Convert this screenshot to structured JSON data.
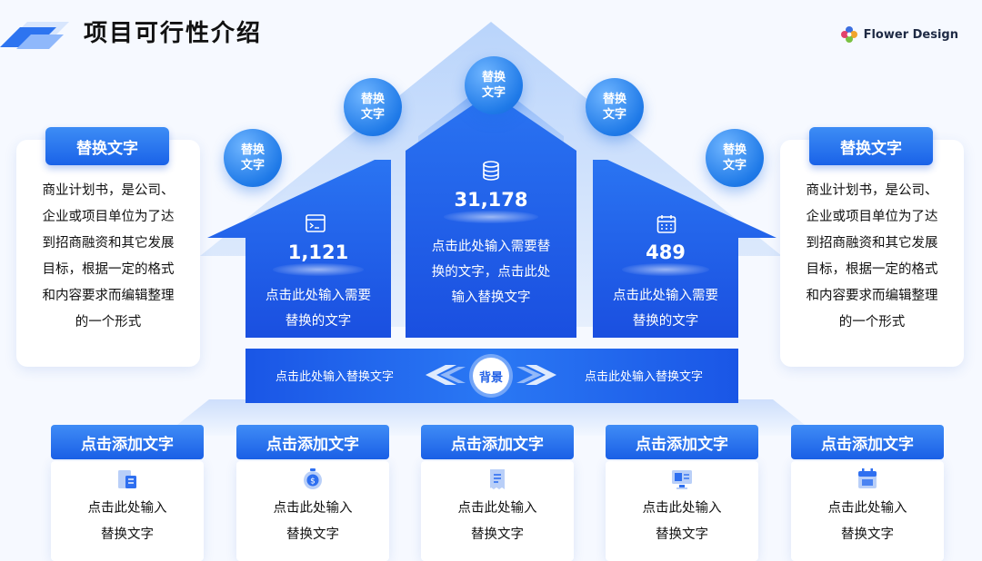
{
  "header": {
    "title": "项目可行性介绍",
    "brand": "Flower Design"
  },
  "colors": {
    "primary": "#1f5fe6",
    "light": "#cfe0fb",
    "accent": "#3d8df5"
  },
  "side_left": {
    "tag": "替换文字",
    "lines": [
      "商业计划书，是公司、",
      "企业或项目单位为了达",
      "到招商融资和其它发展",
      "目标，根据一定的格式",
      "和内容要求而编辑整理",
      "的一个形式"
    ]
  },
  "side_right": {
    "tag": "替换文字",
    "lines": [
      "商业计划书，是公司、",
      "企业或项目单位为了达",
      "到招商融资和其它发展",
      "目标，根据一定的格式",
      "和内容要求而编辑整理",
      "的一个形式"
    ]
  },
  "bubbles": [
    {
      "line1": "替换",
      "line2": "文字"
    },
    {
      "line1": "替换",
      "line2": "文字"
    },
    {
      "line1": "替换",
      "line2": "文字"
    },
    {
      "line1": "替换",
      "line2": "文字"
    },
    {
      "line1": "替换",
      "line2": "文字"
    }
  ],
  "houses": {
    "left": {
      "value": "1,121",
      "icon": "terminal-icon",
      "lines": [
        "点击此处输入需要",
        "替换的文字"
      ]
    },
    "center": {
      "value": "31,178",
      "icon": "coins-icon",
      "lines": [
        "点击此处输入需要替",
        "换的文字，点击此处",
        "输入替换文字"
      ]
    },
    "right": {
      "value": "489",
      "icon": "calendar-icon",
      "lines": [
        "点击此处输入需要",
        "替换的文字"
      ]
    }
  },
  "band": {
    "left_text": "点击此处输入替换文字",
    "center": "背景",
    "right_text": "点击此处输入替换文字"
  },
  "cards": [
    {
      "title": "点击添加文字",
      "icon": "document-icon",
      "lines": [
        "点击此处输入",
        "替换文字"
      ]
    },
    {
      "title": "点击添加文字",
      "icon": "money-clock-icon",
      "lines": [
        "点击此处输入",
        "替换文字"
      ]
    },
    {
      "title": "点击添加文字",
      "icon": "receipt-icon",
      "lines": [
        "点击此处输入",
        "替换文字"
      ]
    },
    {
      "title": "点击添加文字",
      "icon": "monitor-icon",
      "lines": [
        "点击此处输入",
        "替换文字"
      ]
    },
    {
      "title": "点击添加文字",
      "icon": "calendar-icon",
      "lines": [
        "点击此处输入",
        "替换文字"
      ]
    }
  ]
}
